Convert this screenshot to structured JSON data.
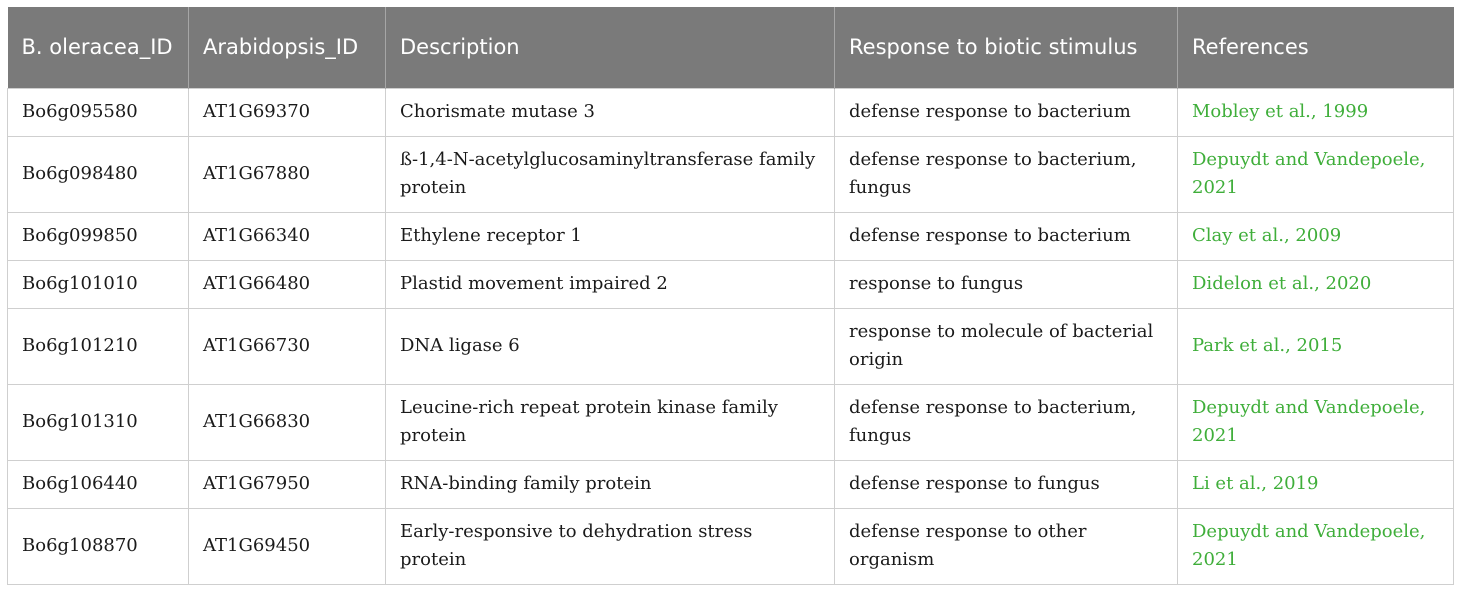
{
  "table": {
    "headers": [
      "B. oleracea_ID",
      "Arabidopsis_ID",
      "Description",
      "Response to biotic stimulus",
      "References"
    ],
    "rows": [
      [
        "Bo6g095580",
        "AT1G69370",
        "Chorismate mutase 3",
        "defense response to bacterium",
        "Mobley et al., 1999"
      ],
      [
        "Bo6g098480",
        "AT1G67880",
        "ß-1,4-N-acetylglucosaminyltransferase family protein",
        "defense response to bacterium, fungus",
        "Depuydt and Vandepoele, 2021"
      ],
      [
        "Bo6g099850",
        "AT1G66340",
        "Ethylene receptor 1",
        "defense response to bacterium",
        "Clay et al., 2009"
      ],
      [
        "Bo6g101010",
        "AT1G66480",
        "Plastid movement impaired 2",
        "response to fungus",
        "Didelon et al., 2020"
      ],
      [
        "Bo6g101210",
        "AT1G66730",
        "DNA ligase 6",
        "response to molecule of bacterial origin",
        "Park et al., 2015"
      ],
      [
        "Bo6g101310",
        "AT1G66830",
        "Leucine-rich repeat protein kinase family protein",
        "defense response to bacterium, fungus",
        "Depuydt and Vandepoele, 2021"
      ],
      [
        "Bo6g106440",
        "AT1G67950",
        "RNA-binding family protein",
        "defense response to fungus",
        "Li et al., 2019"
      ],
      [
        "Bo6g108870",
        "AT1G69450",
        "Early-responsive to dehydration stress protein",
        "defense response to other organism",
        "Depuydt and Vandepoele, 2021"
      ]
    ]
  },
  "colors": {
    "header_background": "#7a7a7a",
    "header_text": "#ffffff",
    "reference_link": "#3fae3a",
    "grid_line": "#cfcfcf"
  }
}
